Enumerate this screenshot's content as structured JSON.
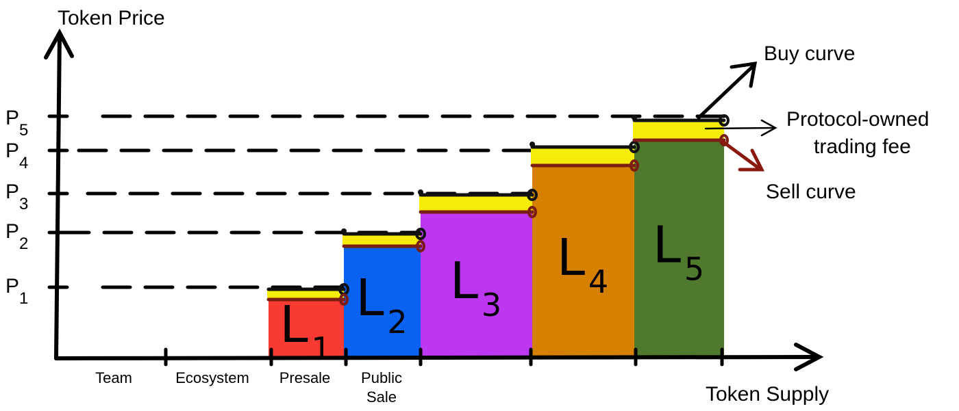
{
  "axes": {
    "y_title": "Token Price",
    "x_title": "Token Supply"
  },
  "price_levels": [
    {
      "label": "P",
      "sub": "1"
    },
    {
      "label": "P",
      "sub": "2"
    },
    {
      "label": "P",
      "sub": "3"
    },
    {
      "label": "P",
      "sub": "4"
    },
    {
      "label": "P",
      "sub": "5"
    }
  ],
  "x_segments": [
    {
      "lines": [
        "Team"
      ]
    },
    {
      "lines": [
        "Ecosystem"
      ]
    },
    {
      "lines": [
        "Presale"
      ]
    },
    {
      "lines": [
        "Public",
        "Sale"
      ]
    }
  ],
  "liquidity_blocks": [
    {
      "letter": "L",
      "sub": "1",
      "color": "#f73b33"
    },
    {
      "letter": "L",
      "sub": "2",
      "color": "#0a63f0"
    },
    {
      "letter": "L",
      "sub": "3",
      "color": "#bc38f0"
    },
    {
      "letter": "L",
      "sub": "4",
      "color": "#d58000"
    },
    {
      "letter": "L",
      "sub": "5",
      "color": "#4f7a2d"
    }
  ],
  "colors": {
    "buy_curve": "#111111",
    "sell_curve": "#7a1e14",
    "fee_band": "#f5ec0a"
  },
  "annotations": {
    "buy": "Buy curve",
    "fee": [
      "Protocol-owned",
      "trading fee"
    ],
    "sell": "Sell curve"
  }
}
